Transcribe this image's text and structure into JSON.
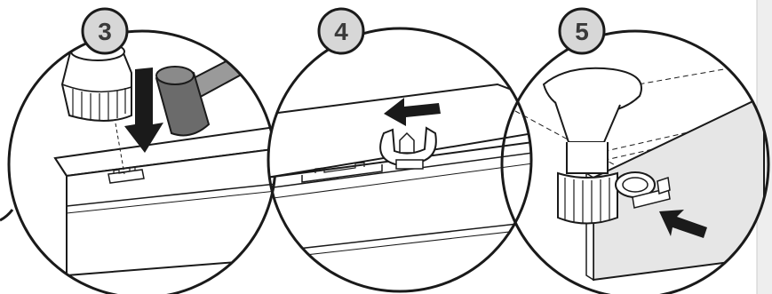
{
  "steps": [
    {
      "number": "3",
      "icon": "hammer-icon"
    },
    {
      "number": "4",
      "icon": "clip-slide-icon"
    },
    {
      "number": "5",
      "icon": "panel-attach-icon"
    }
  ],
  "colors": {
    "line": "#1a1a1a",
    "badge_fill": "#d7d7d7",
    "panel_fill": "#e6e6e6",
    "hammer_head": "#6b6b6b",
    "hammer_handle": "#9a9a9a",
    "arrow": "#1a1a1a",
    "background": "#ffffff"
  }
}
